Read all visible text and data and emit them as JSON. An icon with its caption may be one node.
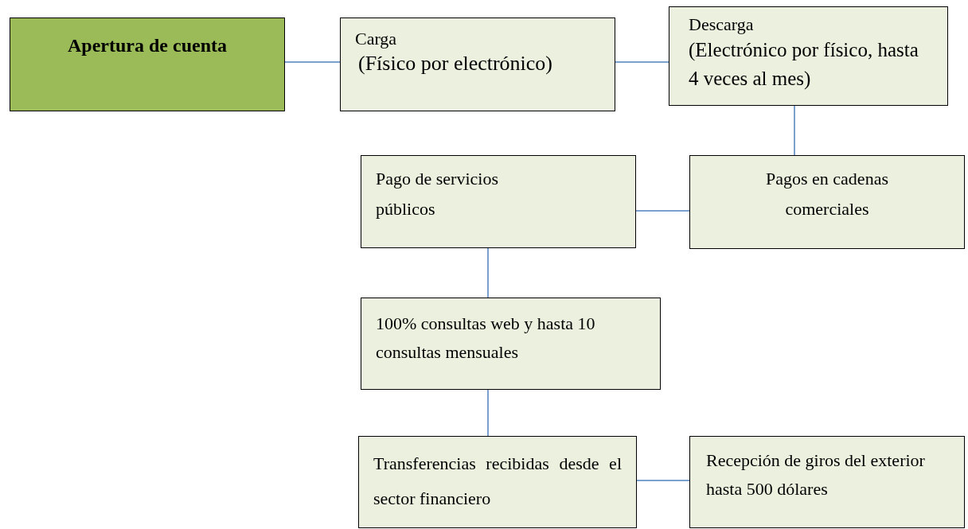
{
  "diagram": {
    "nodes": [
      {
        "text": [
          "Apertura de cuenta"
        ]
      },
      {
        "text": [
          "Carga",
          "(Físico por electrónico)"
        ]
      },
      {
        "text": [
          "Descarga",
          "(Electrónico por físico, hasta 4 veces al mes)"
        ]
      },
      {
        "text": [
          "Pago de servicios públicos"
        ]
      },
      {
        "text": [
          "Pagos en cadenas comerciales"
        ]
      },
      {
        "text": [
          "100% consultas web y hasta 10 consultas mensuales"
        ]
      },
      {
        "text": [
          "Transferencias recibidas desde el sector financiero"
        ]
      },
      {
        "text": [
          "Recepción de giros del exterior hasta 500 dólares"
        ]
      }
    ],
    "edges": [
      {
        "from": 0,
        "to": 1,
        "arrow": "none"
      },
      {
        "from": 1,
        "to": 2,
        "arrow": "none"
      },
      {
        "from": 2,
        "to": 4,
        "arrow": "none"
      },
      {
        "from": 4,
        "to": 3,
        "arrow": "none"
      },
      {
        "from": 3,
        "to": 5,
        "arrow": "none"
      },
      {
        "from": 5,
        "to": 6,
        "arrow": "none"
      },
      {
        "from": 6,
        "to": 7,
        "arrow": "none"
      }
    ]
  }
}
